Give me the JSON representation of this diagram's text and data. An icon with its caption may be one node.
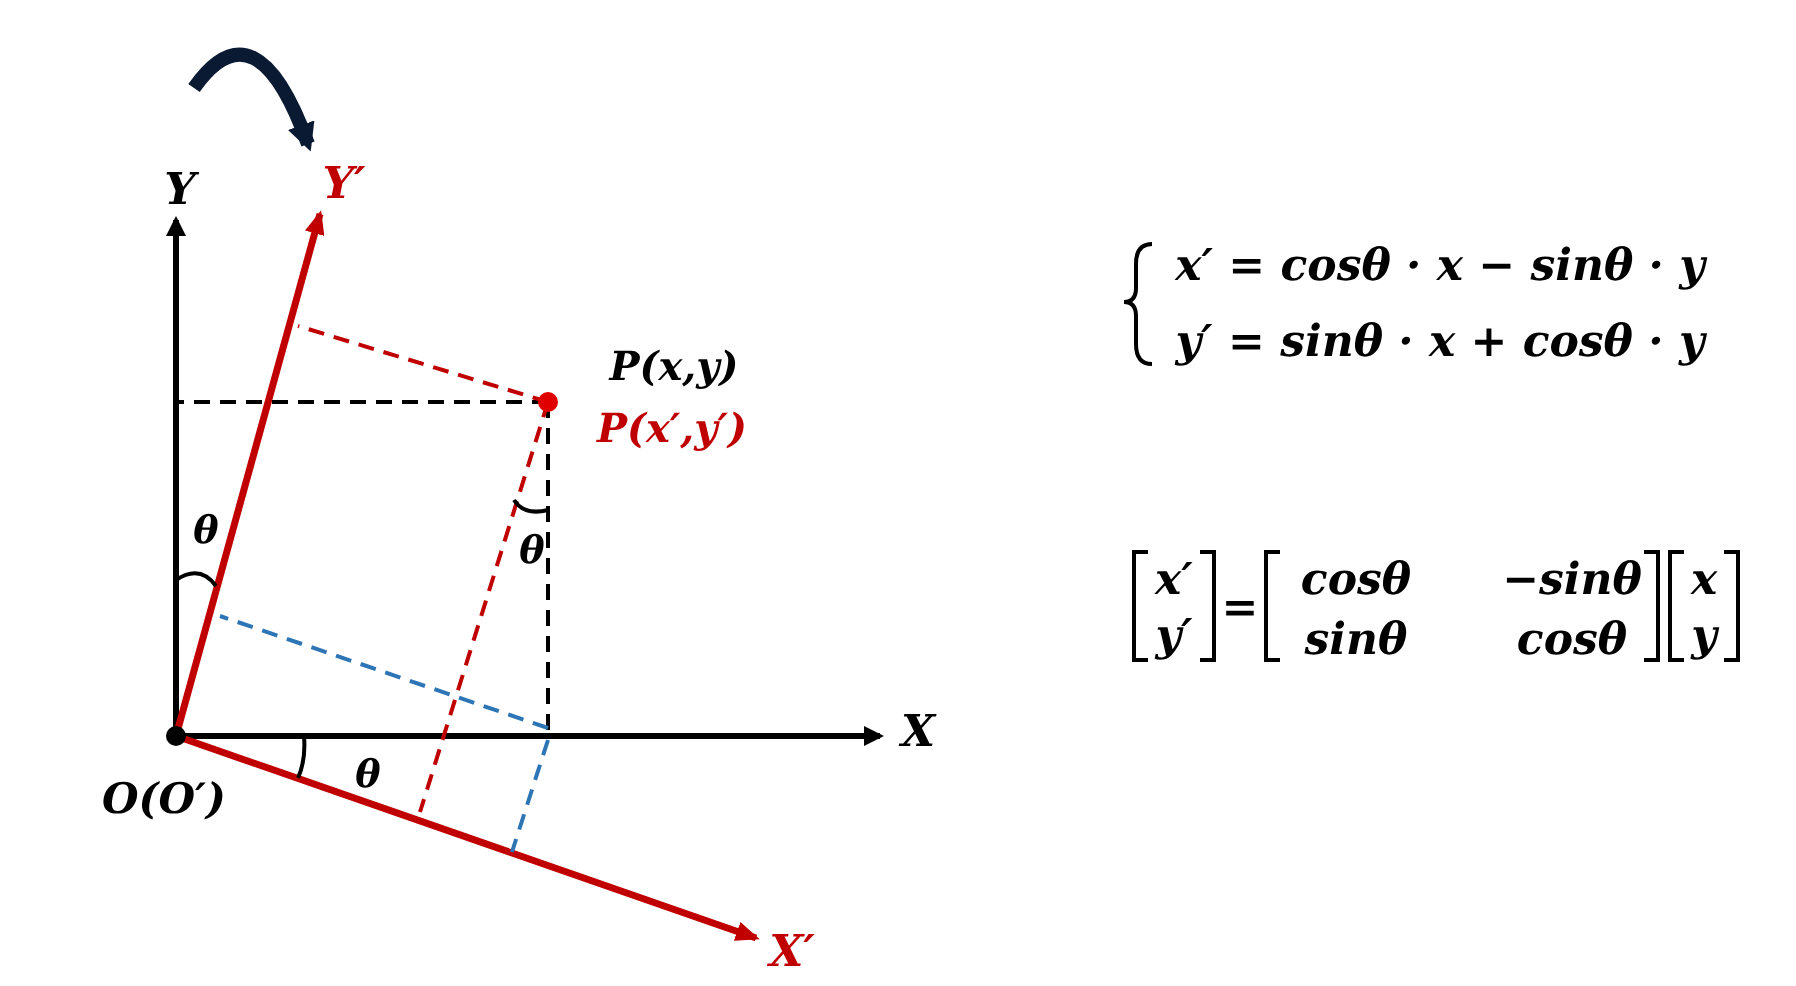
{
  "diagram": {
    "labels": [
      "Y",
      "Y′",
      "P(x,y)",
      "P(x′,y′)",
      "x′ = cosθ · x − sinθ · y",
      "y′ = sinθ · x + cosθ · y",
      "θ",
      "θ",
      "x′",
      "y′",
      "=",
      "cosθ",
      "−sinθ",
      "sinθ",
      "cosθ",
      "x",
      "y",
      "X",
      "O(O′)",
      "θ",
      "X′"
    ]
  }
}
